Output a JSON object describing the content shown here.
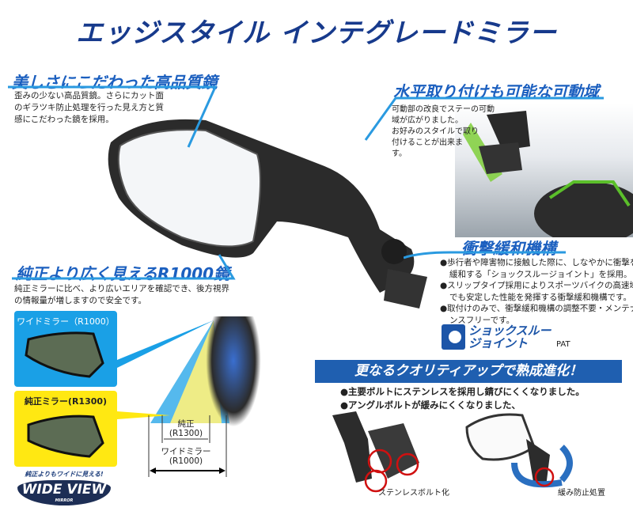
{
  "title": "エッジスタイル インテグレードミラー",
  "section_quality": {
    "heading": "美しさにこだわった高品質鏡",
    "lines": [
      "歪みの少ない高品質鏡。さらにカット面",
      "のギラツキ防止処理を行った見え方と質",
      "感にこだわった鏡を採用。"
    ]
  },
  "section_movable": {
    "heading": "水平取り付けも可能な可動域",
    "lines": [
      "可動部の改良でステーの可動",
      "域が広がりました。",
      "お好みのスタイルで取り",
      "付けることが出来ま",
      "す。"
    ]
  },
  "section_shock": {
    "heading": "衝撃緩和機構",
    "bullets": [
      [
        "●歩行者や障害物に接触した際に、しなやかに衝撃を",
        "緩和する「ショックスルージョイント」を採用。"
      ],
      [
        "●スリップタイプ採用によりスポーツバイクの高速域",
        "でも安定した性能を発揮する衝撃緩和機構です。"
      ],
      [
        "●取付けのみで、衝撃緩和機構の調整不要・メンテナ",
        "ンスフリーです。"
      ]
    ],
    "logo_line1": "ショックスルー",
    "logo_line2": "ジョイント",
    "pat": "PAT"
  },
  "section_wide": {
    "heading": "純正より広く見えるR1000鏡",
    "lines": [
      "純正ミラーに比べ、より広いエリアを確認でき、後方視界",
      "の情報量が増しますので安全です。"
    ],
    "wide_label": "ワイドミラー（R1000）",
    "stock_label": "純正ミラー(R1300)",
    "diagram_stock": [
      "純正",
      "(R1300)"
    ],
    "diagram_wide": [
      "ワイドミラー",
      "(R1000)"
    ],
    "badge_top": "純正よりもワイドに見える!",
    "badge_main": "WIDE VIEW",
    "badge_sub": "MIRROR"
  },
  "section_upgrade": {
    "banner": "更なるクオリティアップで熟成進化！",
    "bullets": [
      "●主要ボルトにステンレスを採用し錆びにくくなりました。",
      "●アングルボルトが緩みにくくなりました、"
    ],
    "caption_left": "ステンレスボルト化",
    "caption_right": "緩み防止処置"
  },
  "colors": {
    "title": "#173a8c",
    "heading": "#1b5fbf",
    "banner": "#1f5fb0",
    "wide_box": "#1aa0e6",
    "stock_box": "#ffe812"
  }
}
